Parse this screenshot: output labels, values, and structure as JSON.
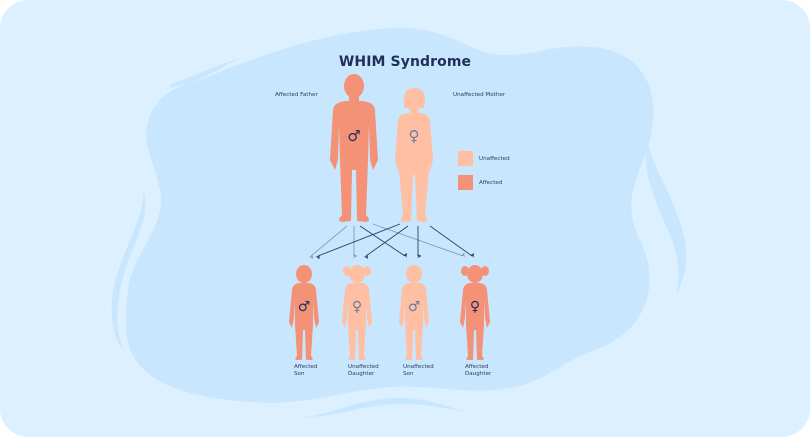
{
  "title": "WHIM Syndrome",
  "colors": {
    "background": "#ddf0ff",
    "blob": "#c9e6ff",
    "affected": "#f49277",
    "unaffected": "#ffbfa3",
    "arrow_dark": "#2f3f68",
    "arrow_light": "#8b9ab8",
    "title_text": "#1f2f57"
  },
  "parents": {
    "father": {
      "label": "Affected Father",
      "sex": "male",
      "status": "affected",
      "symbol": "♂"
    },
    "mother": {
      "label": "Unaffected Mother",
      "sex": "female",
      "status": "unaffected",
      "symbol": "♀"
    }
  },
  "legend": [
    {
      "label": "Unaffected",
      "status": "unaffected"
    },
    {
      "label": "Affected",
      "status": "affected"
    }
  ],
  "children": [
    {
      "line1": "Affected",
      "line2": "Son",
      "sex": "male",
      "status": "affected",
      "symbol": "♂"
    },
    {
      "line1": "Unaffected",
      "line2": "Daughter",
      "sex": "female",
      "status": "unaffected",
      "symbol": "♀"
    },
    {
      "line1": "Unaffected",
      "line2": "Son",
      "sex": "male",
      "status": "unaffected",
      "symbol": "♂"
    },
    {
      "line1": "Affected",
      "line2": "Daughter",
      "sex": "female",
      "status": "affected",
      "symbol": "♀"
    }
  ]
}
